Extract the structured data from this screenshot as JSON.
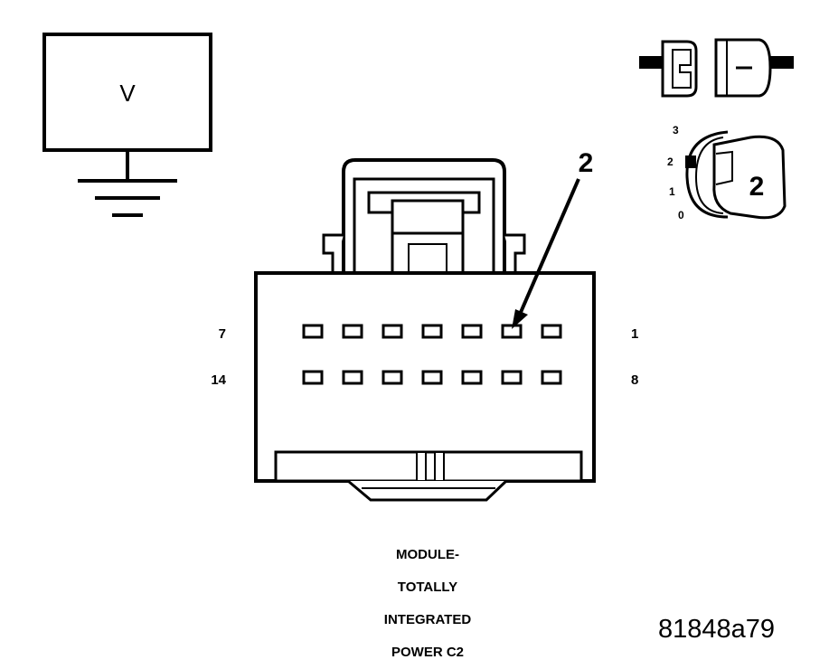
{
  "meter": {
    "label": "V"
  },
  "connector": {
    "row_top": {
      "left_number": "7",
      "right_number": "1"
    },
    "row_bottom": {
      "left_number": "14",
      "right_number": "8"
    },
    "callout_number": "2"
  },
  "ignition_key": {
    "positions": [
      "3",
      "2",
      "1",
      "0"
    ],
    "selected_position": "2"
  },
  "caption": {
    "lines": [
      "MODULE-",
      "TOTALLY",
      "INTEGRATED",
      "POWER C2"
    ]
  },
  "figure_id": "81848a79"
}
